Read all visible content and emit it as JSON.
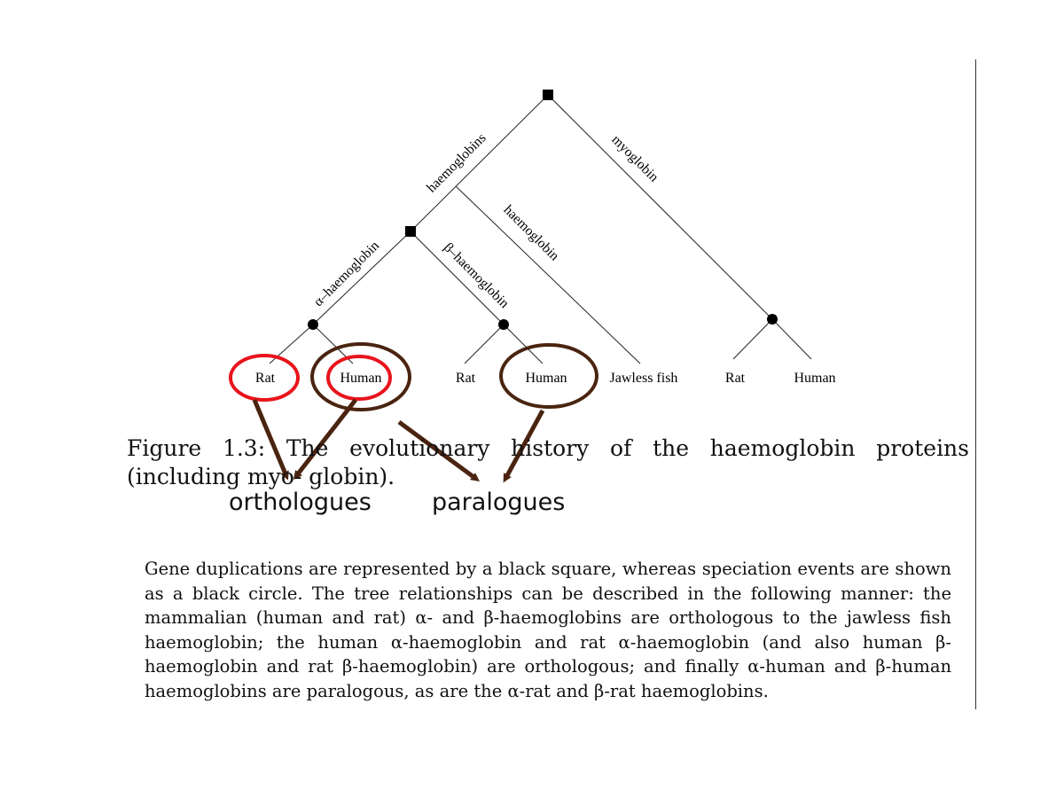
{
  "tree": {
    "nodes": {
      "root": {
        "type": "duplication"
      },
      "haemoglobin_dup": {
        "type": "duplication"
      },
      "alpha_spec": {
        "type": "speciation"
      },
      "beta_spec": {
        "type": "speciation"
      },
      "myo_spec": {
        "type": "speciation"
      }
    },
    "branch_labels": {
      "haemoglobins": "haemoglobins",
      "myoglobin": "myoglobin",
      "haemoglobin": "haemoglobin",
      "alpha": "α–haemoglobin",
      "beta": "β–haemoglobin"
    },
    "leaves": [
      {
        "label": "Rat"
      },
      {
        "label": "Human"
      },
      {
        "label": "Rat"
      },
      {
        "label": "Human"
      },
      {
        "label": "Jawless fish"
      },
      {
        "label": "Rat"
      },
      {
        "label": "Human"
      }
    ]
  },
  "annotations": {
    "orthologues": "orthologues",
    "paralogues": "paralogues",
    "red_color": "#e8141c",
    "brown_color": "#4a2410"
  },
  "caption": "Figure 1.3: The evolutionary history of the haemoglobin proteins (including myo- globin).",
  "body": "Gene duplications are represented by a black square, whereas speciation events are shown as a black circle. The tree relationships can be described in the following manner: the mammalian (human and rat) α- and β-haemoglobins are orthologous to the jawless fish haemoglobin; the human α-haemoglobin and rat α-haemoglobin (and also human β-haemoglobin and rat β-haemoglobin) are orthologous; and finally α-human and β-human haemoglobins are paralogous, as are the α-rat and β-rat haemoglobins."
}
